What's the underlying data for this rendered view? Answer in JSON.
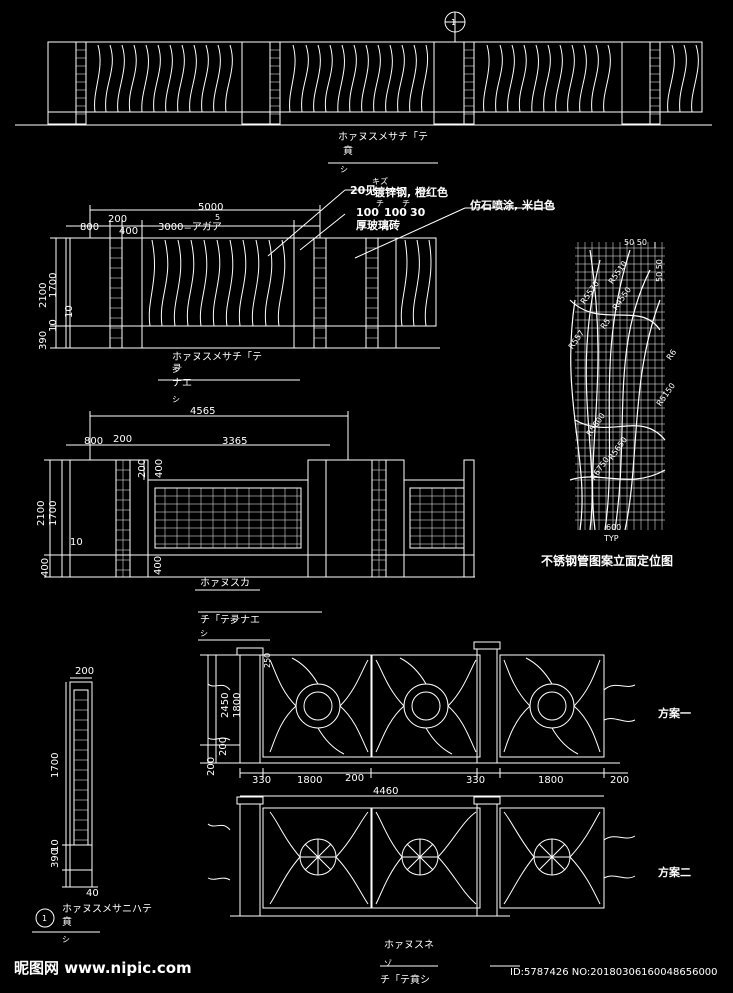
{
  "elevation_top": {
    "marker": "1",
    "caption": "ホァヌスメサチ「テ",
    "sub": "賁",
    "sub2": "シ"
  },
  "elevation_a": {
    "dims": {
      "d5000": "5000",
      "d5": "5",
      "d200": "200",
      "d800": "800",
      "d400": "400",
      "d3000": "3000=アガア",
      "d2100": "2100",
      "d1700": "1700",
      "d10": "10",
      "d390": "390",
      "d10b": "10"
    },
    "notes": {
      "n1": "20见",
      "n1_sup": "キズ",
      "n1_text": "镀锌钢, 橙红色",
      "n2a": "100",
      "n2_sup1": "チ",
      "n2b": "100",
      "n2_sup2": "チ",
      "n2c": "30",
      "n3": "厚玻璃砖",
      "n4": "仿石喷涂, 米白色"
    },
    "caption": "ホァヌスメサチ「テ",
    "sub1": "夛",
    "sub2": "ナエ",
    "sub3": "シ"
  },
  "elevation_b": {
    "dims": {
      "d4565": "4565",
      "d800": "800",
      "d200": "200",
      "d3365": "3365",
      "d200v": "200",
      "d400v": "400",
      "d2100": "2100",
      "d1700": "1700",
      "d10": "10",
      "d400": "400",
      "d400b": "400"
    },
    "caption": "ホァヌスカ"
  },
  "pattern_detail": {
    "title": "不锈钢管图案立面定位图",
    "top_dims": "50 50",
    "right_dims": "50 50",
    "labels": [
      "R5510",
      "R5530",
      "R4550",
      "R557",
      "R5150",
      "R5600",
      "R5650",
      "R6750",
      "R5",
      "R6"
    ],
    "bottom": "600",
    "typ": "TYP"
  },
  "section": {
    "d200": "200",
    "d1700": "1700",
    "d10": "10",
    "d390": "390",
    "d40": "40",
    "marker": "1",
    "caption": "ホァヌスメサニハテ",
    "sub": "賁",
    "sub2": "シ"
  },
  "gate_header": {
    "line1": "チ「テ夛ナエ",
    "line2": "シ"
  },
  "gate1": {
    "label": "方案一",
    "dims": {
      "d250": "250",
      "d2450": "2450",
      "d1800v": "1800",
      "d200v": "200",
      "d200vb": "200",
      "d330": "330",
      "d1800": "1800",
      "d200": "200",
      "d330b": "330",
      "d1800b": "1800",
      "d200b": "200"
    }
  },
  "gate2": {
    "label": "方案二",
    "total": "4460"
  },
  "gate_caption": {
    "line1": "ホァヌスネ",
    "line2": "ゾ",
    "line3": "チ「テ賁シ"
  },
  "watermark": {
    "site": "昵图网 www.nipic.com",
    "id": "ID:5787426 NO:20180306160048656000"
  }
}
